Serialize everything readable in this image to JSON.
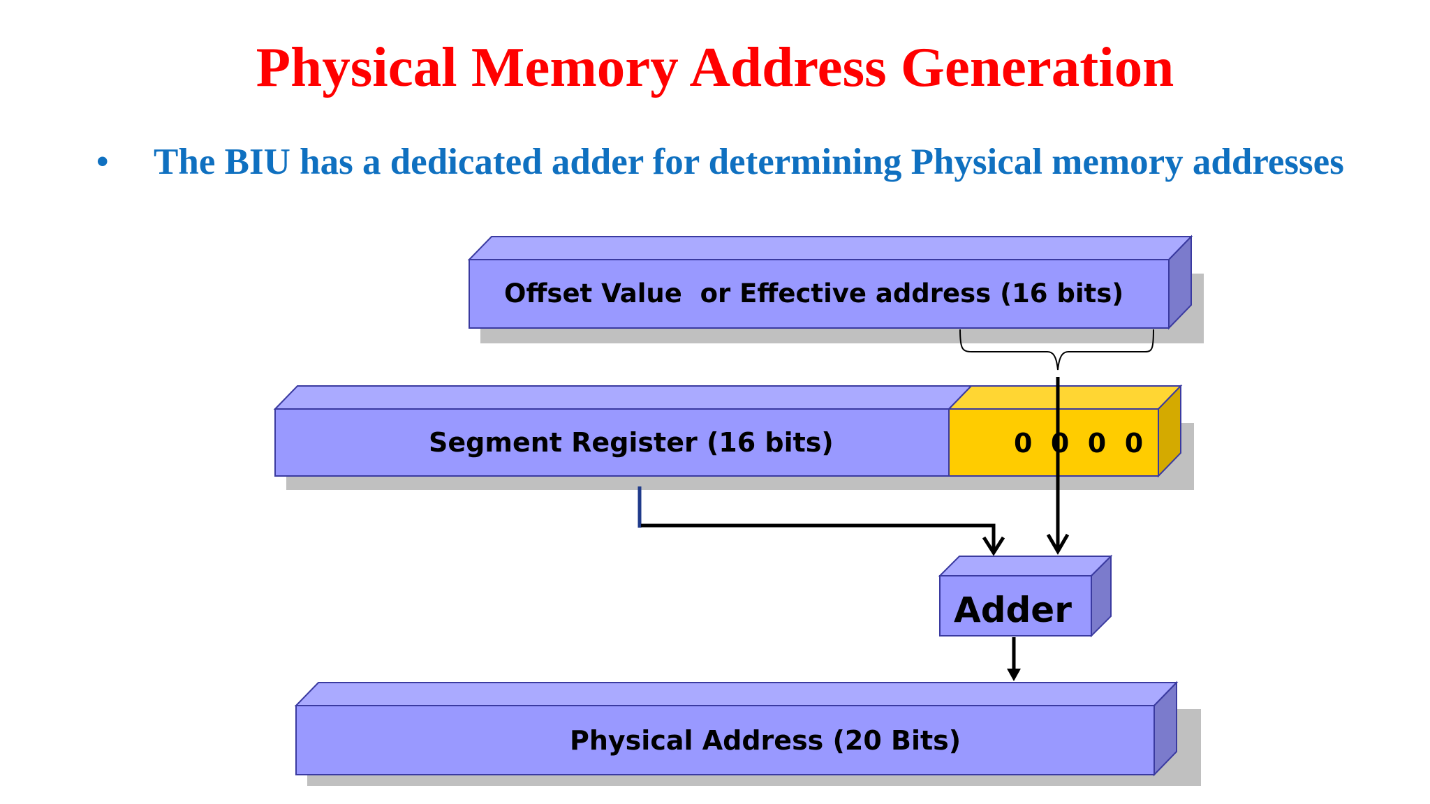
{
  "title": "Physical Memory Address Generation",
  "bullet": {
    "marker": "•",
    "text": "The BIU has a dedicated adder for determining Physical memory addresses"
  },
  "diagram": {
    "offset_label": "Offset Value  or Effective address (16 bits)",
    "segment_label": "Segment Register (16 bits)",
    "zeros_label": "0  0  0  0",
    "adder_label": "Adder",
    "physical_label": "Physical Address (20 Bits)"
  },
  "colors": {
    "title": "#ff0000",
    "bullet_text": "#0f70c0",
    "box_front": "#9999ff",
    "box_top": "#aaaaff",
    "box_side": "#7b7bcc",
    "zeros_front": "#ffcc00",
    "zeros_side": "#d4aa00",
    "shadow": "#c0c0c0"
  }
}
